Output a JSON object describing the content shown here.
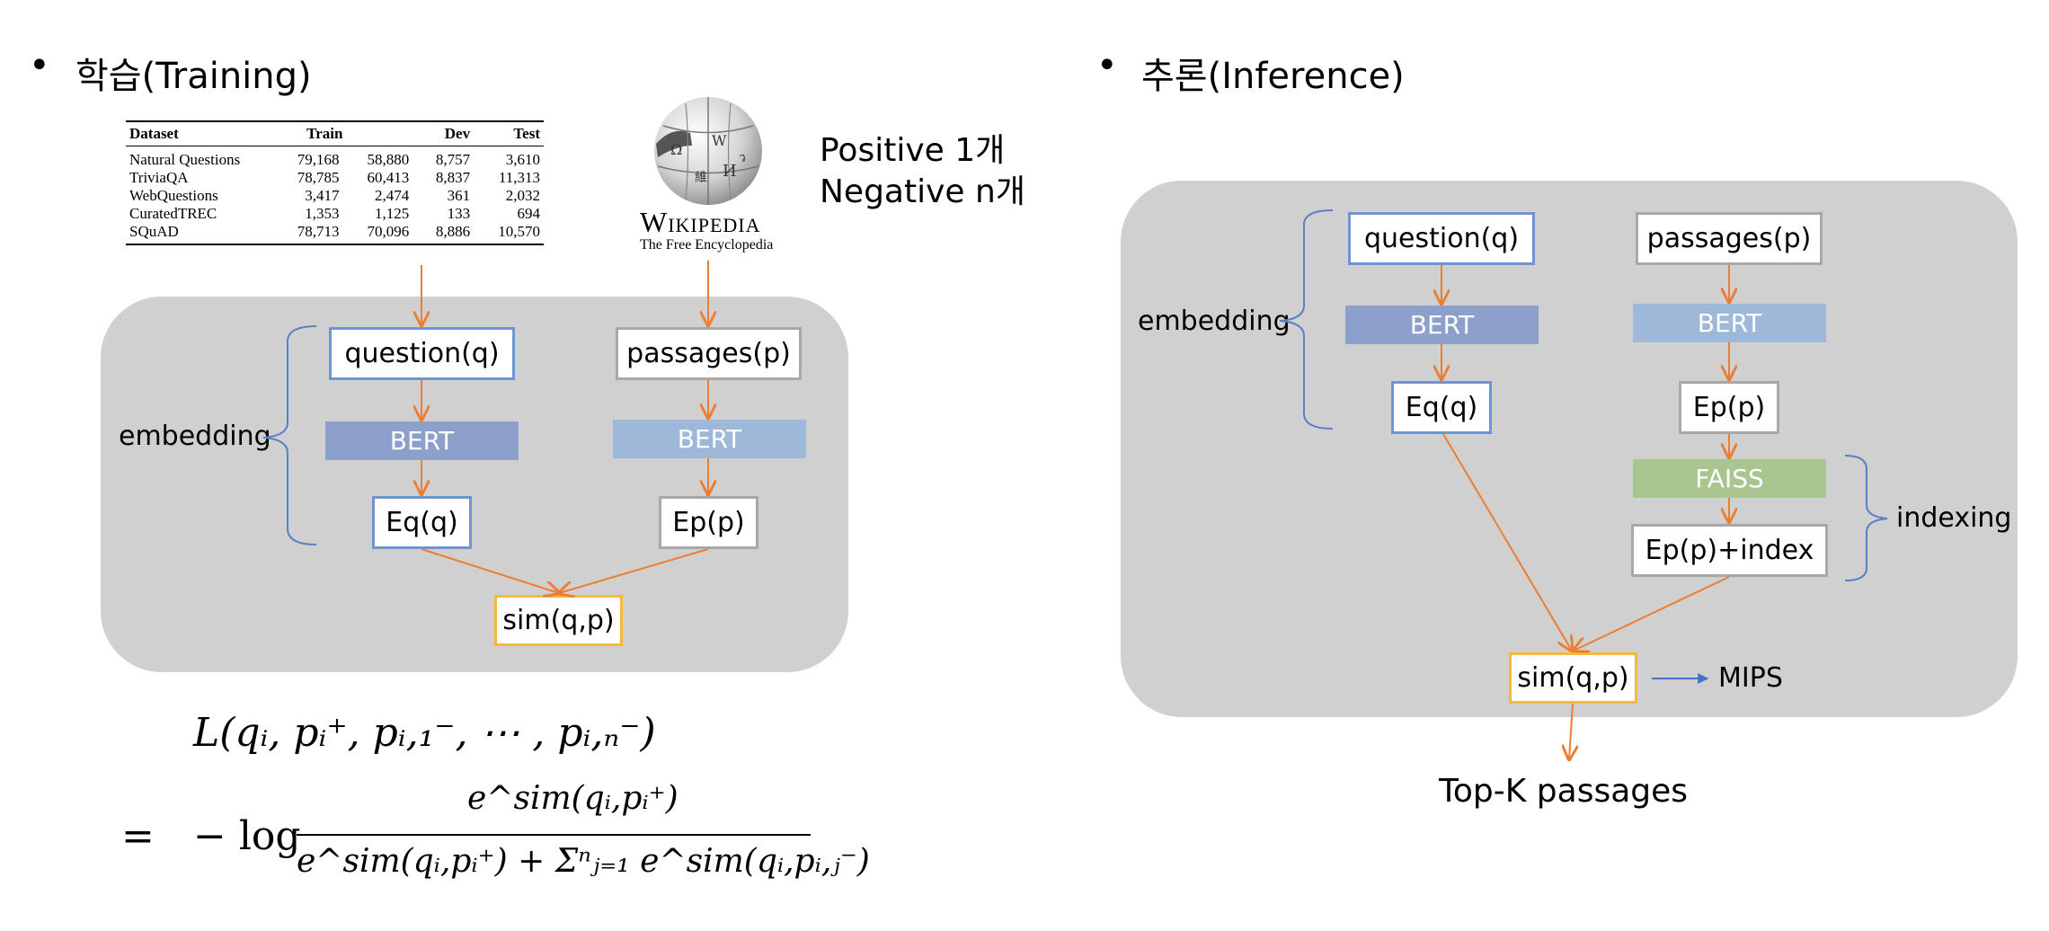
{
  "training": {
    "title": "학습(Training)",
    "dataset_table": {
      "headers": [
        "Dataset",
        "Train",
        "",
        "Dev",
        "Test"
      ],
      "rows": [
        [
          "Natural Questions",
          "79,168",
          "58,880",
          "8,757",
          "3,610"
        ],
        [
          "TriviaQA",
          "78,785",
          "60,413",
          "8,837",
          "11,313"
        ],
        [
          "WebQuestions",
          "3,417",
          "2,474",
          "361",
          "2,032"
        ],
        [
          "CuratedTREC",
          "1,353",
          "1,125",
          "133",
          "694"
        ],
        [
          "SQuAD",
          "78,713",
          "70,096",
          "8,886",
          "10,570"
        ]
      ]
    },
    "wikipedia": {
      "wordmark": "Wikipedia",
      "tagline": "The Free Encyclopedia"
    },
    "sampling": [
      "Positive 1개",
      "Negative n개"
    ],
    "question_label": "question(q)",
    "passages_label": "passages(p)",
    "bert_q": "BERT",
    "bert_p": "BERT",
    "eq_label": "Eq(q)",
    "ep_label": "Ep(p)",
    "sim_label": "sim(q,p)",
    "embedding_label": "embedding",
    "loss": {
      "line1": "L(qᵢ, pᵢ⁺, pᵢ,₁⁻, ⋯ , pᵢ,ₙ⁻)",
      "equals": "=",
      "neglog": "− log",
      "numerator": "e^sim(qᵢ,pᵢ⁺)",
      "denominator": "e^sim(qᵢ,pᵢ⁺) + Σⁿⱼ₌₁ e^sim(qᵢ,pᵢ,ⱼ⁻)"
    }
  },
  "inference": {
    "title": "추론(Inference)",
    "question_label": "question(q)",
    "passages_label": "passages(p)",
    "bert_q": "BERT",
    "bert_p": "BERT",
    "eq_label": "Eq(q)",
    "ep_label": "Ep(p)",
    "faiss_label": "FAISS",
    "ep_index_label": "Ep(p)+index",
    "sim_label": "sim(q,p)",
    "mips_label": "MIPS",
    "topk_label": "Top-K passages",
    "embedding_label": "embedding",
    "indexing_label": "indexing"
  },
  "colors": {
    "panel": "#d0d0d0",
    "bert_q": "#8da0cb",
    "bert_p": "#9db8d9",
    "faiss": "#a9c68e",
    "arrow": "#ed7d31",
    "brace": "#5b7fc4",
    "mips_arrow": "#4472c4"
  }
}
